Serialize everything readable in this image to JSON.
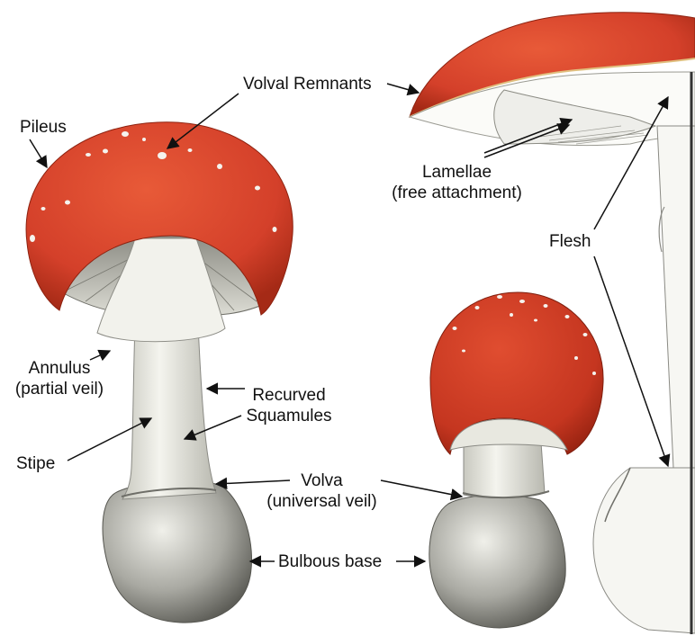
{
  "labels": {
    "pileus": "Pileus",
    "volval_remnants": "Volval Remnants",
    "lamellae_line1": "Lamellae",
    "lamellae_line2": "(free attachment)",
    "flesh": "Flesh",
    "annulus_line1": "Annulus",
    "annulus_line2": "(partial veil)",
    "recurved_line1": "Recurved",
    "recurved_line2": "Squamules",
    "stipe": "Stipe",
    "volva_line1": "Volva",
    "volva_line2": "(universal veil)",
    "bulbous_base": "Bulbous base"
  },
  "colors": {
    "cap_red": "#d8432a",
    "cap_dark": "#a82a16",
    "warts": "#f4f2ec",
    "stem": "#eeeee6",
    "shadow": "#8a8a84",
    "arrow": "#111111"
  }
}
